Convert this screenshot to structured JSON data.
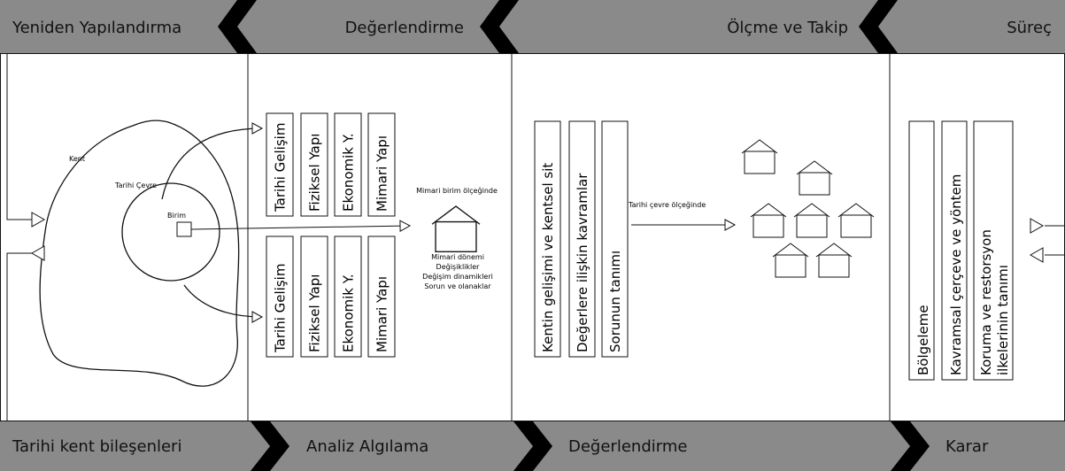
{
  "top_bar": {
    "color": "#8a8a8a",
    "labels": [
      "Yeniden Yapılandırma",
      "Değerlendirme",
      "Ölçme ve Takip",
      "Süreç"
    ]
  },
  "bottom_bar": {
    "color": "#8a8a8a",
    "labels": [
      "Tarihi kent bileşenleri",
      "Analiz Algılama",
      "Değerlendirme",
      "Karar"
    ]
  },
  "panel1": {
    "kent": "Kent",
    "tarihi_cevre": "Tarihi Çevre",
    "birim": "Birim"
  },
  "panel2": {
    "upper_boxes": [
      "Tarihi Gelişim",
      "Fiziksel Yapı",
      "Ekonomik Y.",
      "Mimari Yapı"
    ],
    "lower_boxes": [
      "Tarihi Gelişim",
      "Fiziksel Yapı",
      "Ekonomik Y.",
      "Mimari Yapı"
    ],
    "scale_label": "Mimari birim ölçeğinde",
    "notes": [
      "Mimari dönemi",
      "Değişiklikler",
      "Değişim dinamikleri",
      "Sorun ve olanaklar"
    ]
  },
  "panel3": {
    "boxes": [
      "Kentin gelişimi ve kentsel sit",
      "Değerlere ilişkin kavramlar",
      "Sorunun tanımı"
    ],
    "scale_label": "Tarihi çevre ölçeğinde"
  },
  "panel4": {
    "boxes": [
      "Bölgeleme",
      "Kavramsal çerçeve ve yöntem",
      "Koruma ve restorsyon",
      "ilkelerinin tanımı"
    ]
  }
}
